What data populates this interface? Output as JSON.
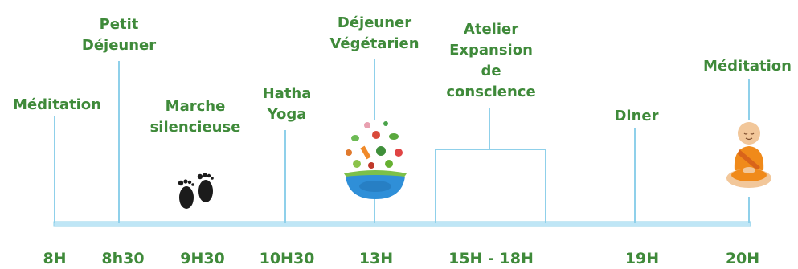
{
  "colors": {
    "text": "#3f8a3a",
    "axis": "#8fd0ea",
    "axis_fill": "#bfe6f6"
  },
  "events": [
    {
      "lines": [
        "Méditation"
      ],
      "time": "8H"
    },
    {
      "lines": [
        "Petit",
        "Déjeuner"
      ],
      "time": "8h30"
    },
    {
      "lines": [
        "Marche",
        "silencieuse"
      ],
      "time": "9H30",
      "icon": "footprints-icon"
    },
    {
      "lines": [
        "Hatha",
        "Yoga"
      ],
      "time": "10H30"
    },
    {
      "lines": [
        "Déjeuner",
        "Végétarien"
      ],
      "time": "13H",
      "icon": "salad-bowl-icon"
    },
    {
      "lines": [
        "Atelier",
        "Expansion",
        "de",
        "conscience"
      ],
      "time": "15H - 18H"
    },
    {
      "lines": [
        "Diner"
      ],
      "time": "19H"
    },
    {
      "lines": [
        "Méditation"
      ],
      "time": "20H",
      "icon": "meditating-monk-icon"
    }
  ]
}
